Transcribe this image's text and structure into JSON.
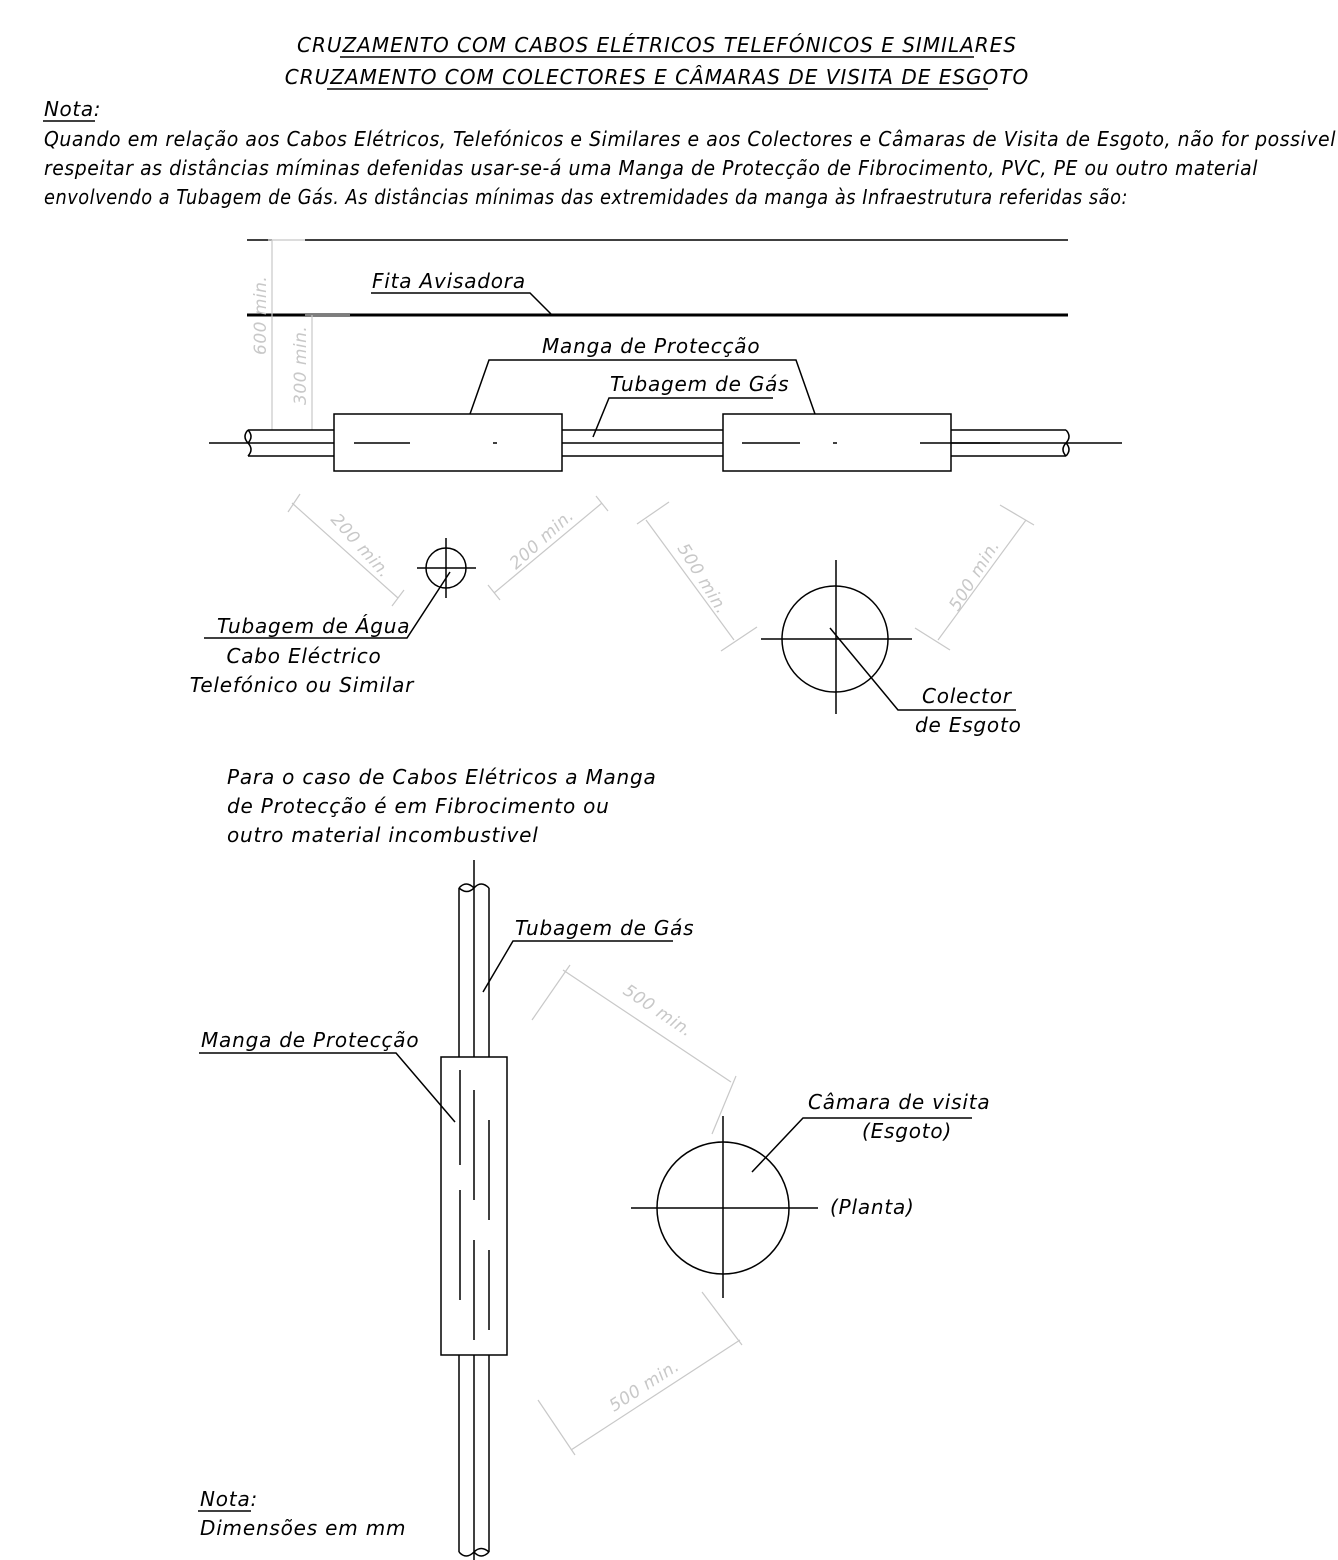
{
  "titles": {
    "line1": "CRUZAMENTO COM CABOS ELÉTRICOS TELEFÓNICOS E SIMILARES",
    "line2": "CRUZAMENTO COM COLECTORES E CÂMARAS DE VISITA DE ESGOTO"
  },
  "note_top": {
    "heading": "Nota:",
    "line1": "Quando em relação aos Cabos Elétricos, Telefónicos e Similares e aos Colectores e Câmaras de Visita de Esgoto, não for possivel",
    "line2": "respeitar as distâncias míminas defenidas usar-se-á uma Manga de Protecção de Fibrocimento, PVC, PE ou outro material",
    "line3": "envolvendo a Tubagem de Gás. As distâncias mínimas das extremidades da manga às Infraestrutura referidas são:"
  },
  "section_view": {
    "fita_label": "Fita Avisadora",
    "manga_label": "Manga de Protecção",
    "tubagem_label": "Tubagem de Gás",
    "dim_600": "600 min.",
    "dim_300": "300 min.",
    "dim_200_left": "200 min.",
    "dim_200_right": "200 min.",
    "dim_500_left": "500 min.",
    "dim_500_right": "500 min.",
    "agua_label": "Tubagem de Água",
    "cabo_label": "Cabo Eléctrico",
    "telefonico_label": "Telefónico ou Similar",
    "colector_line1": "Colector",
    "colector_line2": "de Esgoto"
  },
  "cable_note": {
    "line1": "Para o caso de Cabos Elétricos a Manga",
    "line2": "de Protecção é em Fibrocimento ou",
    "line3": "outro material incombustivel"
  },
  "plan_view": {
    "tubagem_label": "Tubagem de Gás",
    "manga_label": "Manga de Protecção",
    "camara_line1": "Câmara de visita",
    "camara_line2": "(Esgoto)",
    "planta_label": "(Planta)",
    "dim_500_top": "500 min.",
    "dim_500_bottom": "500 min."
  },
  "note_bottom": {
    "heading": "Nota:",
    "text": "Dimensões em mm"
  }
}
